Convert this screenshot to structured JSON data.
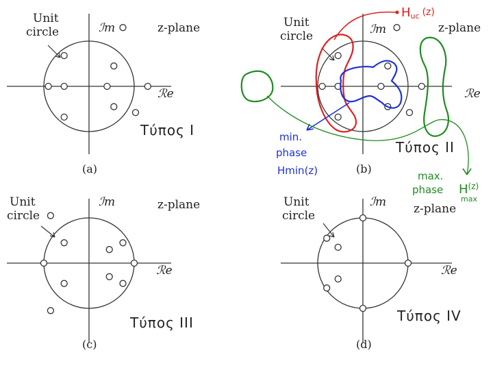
{
  "labels": {
    "unit": "Unit",
    "circle": "circle",
    "im": "ℐm",
    "re": "ℛe",
    "zplane": "z-plane"
  },
  "panels": [
    {
      "caption": "(a)",
      "type": "Τύπος Ι",
      "zeros": [
        [
          1.03,
          -0.58
        ],
        [
          -0.55,
          0.68
        ],
        [
          0.55,
          -0.45
        ],
        [
          0.4,
          0
        ],
        [
          -0.55,
          -0.68
        ],
        [
          1.3,
          0
        ],
        [
          -0.55,
          0
        ],
        [
          -0.9,
          0
        ],
        [
          0.55,
          0.45
        ],
        [
          0.75,
          1.3
        ]
      ]
    },
    {
      "caption": "(b)",
      "type": "Τύπος ΙΙ",
      "zeros": [
        [
          1.03,
          -0.58
        ],
        [
          -0.55,
          0.68
        ],
        [
          0.55,
          -0.45
        ],
        [
          0.4,
          0
        ],
        [
          -0.55,
          -0.68
        ],
        [
          1.3,
          0
        ],
        [
          -0.55,
          0
        ],
        [
          -0.9,
          0
        ],
        [
          0.55,
          0.45
        ],
        [
          0.75,
          1.3
        ]
      ]
    },
    {
      "caption": "(c)",
      "type": "Τύπος ΙΙΙ",
      "zeros": [
        [
          -0.55,
          0.45
        ],
        [
          0.45,
          0.3
        ],
        [
          0.45,
          -0.3
        ],
        [
          0.75,
          0.45
        ],
        [
          0.75,
          -0.45
        ],
        [
          -0.55,
          -0.45
        ],
        [
          -1.0,
          0
        ],
        [
          1.0,
          0
        ],
        [
          -0.85,
          1.05
        ],
        [
          -0.85,
          -1.05
        ]
      ]
    },
    {
      "caption": "(d)",
      "type": "Τύπος IV",
      "zeros": [
        [
          0,
          1.0
        ],
        [
          0,
          -1.0
        ],
        [
          1.0,
          0
        ],
        [
          -0.55,
          0.35
        ],
        [
          -0.55,
          -0.35
        ],
        [
          -0.8,
          0.55
        ],
        [
          -0.8,
          -0.55
        ]
      ]
    }
  ],
  "annotations": {
    "huc": "H",
    "huc_sub": "uc",
    "huc_arg": "(z)",
    "min1": "min.",
    "min2": "phase",
    "min3": "Hmin(z)",
    "max1": "max.",
    "max2": "phase",
    "max3": "H",
    "max3_sub": "max",
    "max3_arg": "(z)",
    "colors": {
      "red": "#e01e1e",
      "blue": "#1f2fd6",
      "green": "#1e8c1e"
    }
  }
}
